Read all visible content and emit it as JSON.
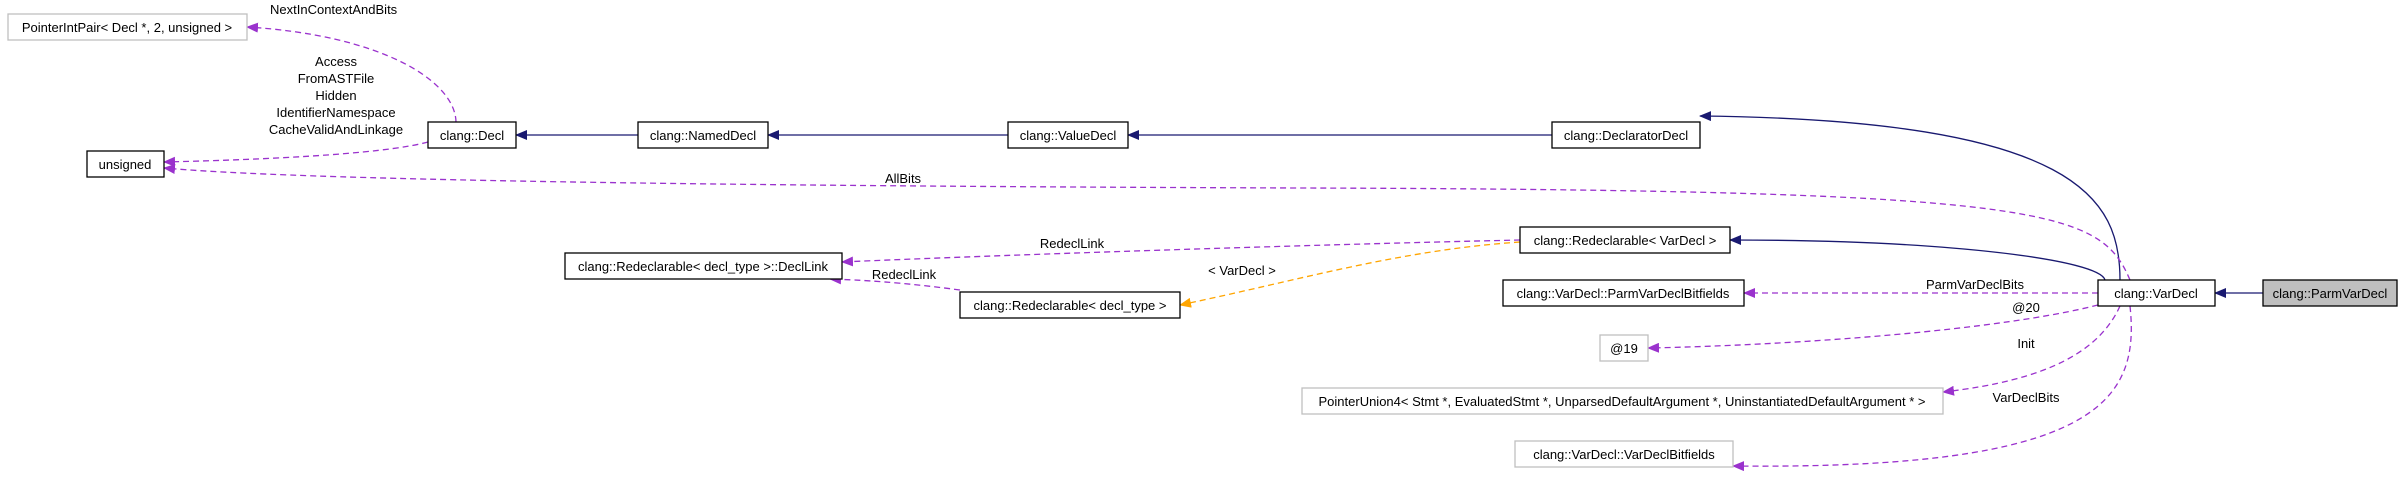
{
  "diagram": {
    "nodes": {
      "parmvardecl": {
        "label": "clang::ParmVarDecl",
        "style": "focus"
      },
      "vardecl": {
        "label": "clang::VarDecl",
        "style": "normal"
      },
      "declaratordecl": {
        "label": "clang::DeclaratorDecl",
        "style": "normal"
      },
      "valuedecl": {
        "label": "clang::ValueDecl",
        "style": "normal"
      },
      "nameddecl": {
        "label": "clang::NamedDecl",
        "style": "normal"
      },
      "decl": {
        "label": "clang::Decl",
        "style": "normal"
      },
      "pointerintpair": {
        "label": "PointerIntPair< Decl *, 2, unsigned >",
        "style": "muted"
      },
      "unsigned": {
        "label": "unsigned",
        "style": "normal"
      },
      "redeclarable_vardecl": {
        "label": "clang::Redeclarable< VarDecl >",
        "style": "normal"
      },
      "decllink": {
        "label": "clang::Redeclarable< decl_type >::DeclLink",
        "style": "normal"
      },
      "redeclarable_decltype": {
        "label": "clang::Redeclarable< decl_type >",
        "style": "normal"
      },
      "parmvardeclbitfields": {
        "label": "clang::VarDecl::ParmVarDeclBitfields",
        "style": "normal"
      },
      "at19": {
        "label": "@19",
        "style": "muted"
      },
      "pointerunion4": {
        "label": "PointerUnion4< Stmt *, EvaluatedStmt *, UnparsedDefaultArgument *, UninstantiatedDefaultArgument * >",
        "style": "muted"
      },
      "vardeclbitfields": {
        "label": "clang::VarDecl::VarDeclBitfields",
        "style": "muted"
      }
    },
    "edge_labels": {
      "next_in_context": "NextInContextAndBits",
      "decl_to_unsigned": [
        "Access",
        "FromASTFile",
        "Hidden",
        "IdentifierNamespace",
        "CacheValidAndLinkage"
      ],
      "allbits": "AllBits",
      "redecllink_1": "RedeclLink",
      "redecllink_2": "RedeclLink",
      "template_arg": "< VarDecl >",
      "parmvardeclbits": "ParmVarDeclBits",
      "at20": "@20",
      "init": "Init",
      "vardeclbits": "VarDeclBits"
    },
    "colors": {
      "inheritance": "#191970",
      "usage": "#9a32cd",
      "template": "#ffa500",
      "focus_fill": "#bfbfbf",
      "normal_border": "#000000",
      "muted_border": "#bfbfbf"
    }
  }
}
